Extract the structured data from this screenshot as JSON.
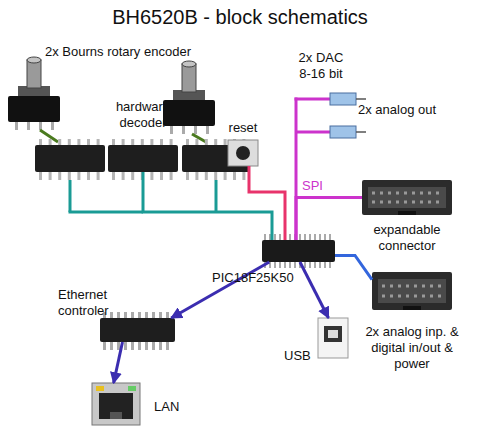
{
  "diagram": {
    "title": "BH6520B - block schematics",
    "nodes": [
      {
        "text": [
          "hardware decoder"
        ]
      },
      {
        "text": [
          "reset"
        ]
      },
      {
        "text": [
          "2x DAC 8-16 bit"
        ]
      },
      {
        "text": [
          "expandable connector"
        ]
      },
      {
        "text": [
          "PIC18F25K50"
        ]
      },
      {
        "text": [
          "2x analog inp. & digital in/out & power"
        ]
      },
      {
        "text": [
          "Ethernet controler"
        ]
      },
      {
        "text": [
          "USB"
        ]
      },
      {
        "text": [
          "LAN"
        ]
      }
    ],
    "edges": [
      {
        "from": 0,
        "to": 4,
        "arrow": "none"
      },
      {
        "from": 1,
        "to": 4,
        "arrow": "none"
      },
      {
        "from": 4,
        "to": 2,
        "arrow": "none"
      },
      {
        "from": 4,
        "to": 3,
        "label": "SPI",
        "arrow": "none"
      },
      {
        "from": 4,
        "to": 5,
        "arrow": "none"
      },
      {
        "from": 4,
        "to": 6,
        "arrow": "to"
      },
      {
        "from": 6,
        "to": 8,
        "arrow": "to"
      },
      {
        "from": 4,
        "to": 7,
        "arrow": "to"
      }
    ],
    "labels": [
      "2x Bourns rotary encoder",
      "2x analog out"
    ]
  }
}
